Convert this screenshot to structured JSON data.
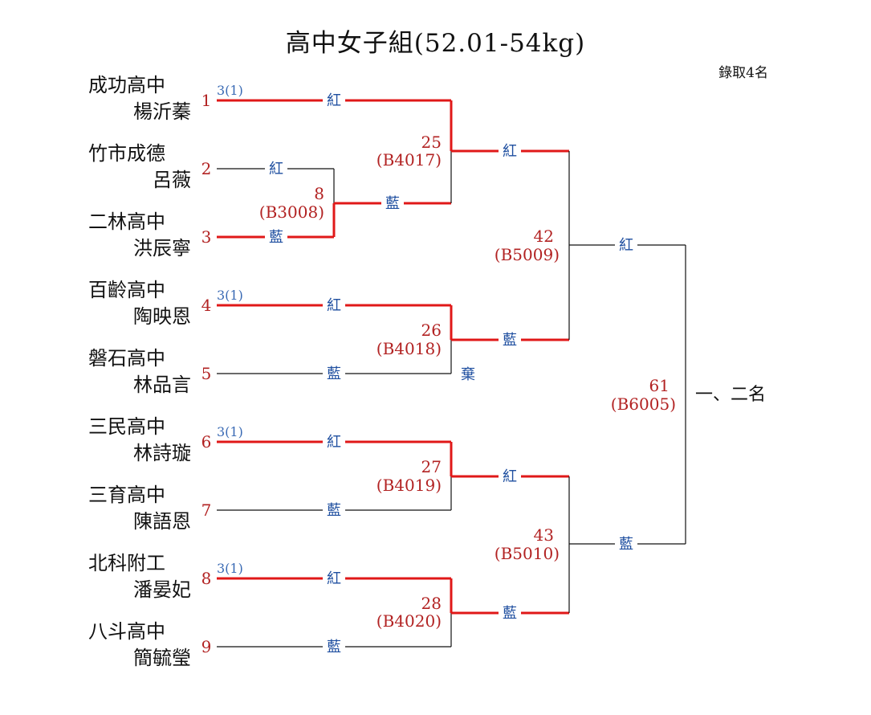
{
  "title": "高中女子組(52.01-54kg)",
  "note": "錄取4名",
  "colors": {
    "winner_line": "#e01818",
    "seed_text": "#b22222",
    "corner_text": "#1f4fa0",
    "score_text": "#3a6ab4"
  },
  "entrants": [
    {
      "seed": "1",
      "school": "成功高中",
      "player": "楊沂蓁",
      "score": "3(1)"
    },
    {
      "seed": "2",
      "school": "竹市成德",
      "player": "呂薇",
      "score": ""
    },
    {
      "seed": "3",
      "school": "二林高中",
      "player": "洪辰寧",
      "score": ""
    },
    {
      "seed": "4",
      "school": "百齡高中",
      "player": "陶映恩",
      "score": "3(1)"
    },
    {
      "seed": "5",
      "school": "磐石高中",
      "player": "林品言",
      "score": ""
    },
    {
      "seed": "6",
      "school": "三民高中",
      "player": "林詩璇",
      "score": "3(1)"
    },
    {
      "seed": "7",
      "school": "三育高中",
      "player": "陳語恩",
      "score": ""
    },
    {
      "seed": "8",
      "school": "北科附工",
      "player": "潘晏妃",
      "score": "3(1)"
    },
    {
      "seed": "9",
      "school": "八斗高中",
      "player": "簡毓瑩",
      "score": ""
    }
  ],
  "corners": {
    "red": "紅",
    "blue": "藍",
    "forfeit": "棄"
  },
  "matches": [
    {
      "id": "m8",
      "number": "8",
      "code": "(B3008)"
    },
    {
      "id": "m25",
      "number": "25",
      "code": "(B4017)"
    },
    {
      "id": "m26",
      "number": "26",
      "code": "(B4018)"
    },
    {
      "id": "m27",
      "number": "27",
      "code": "(B4019)"
    },
    {
      "id": "m28",
      "number": "28",
      "code": "(B4020)"
    },
    {
      "id": "m42",
      "number": "42",
      "code": "(B5009)"
    },
    {
      "id": "m43",
      "number": "43",
      "code": "(B5010)"
    },
    {
      "id": "m61",
      "number": "61",
      "code": "(B6005)"
    }
  ],
  "final_result": "一、二名"
}
